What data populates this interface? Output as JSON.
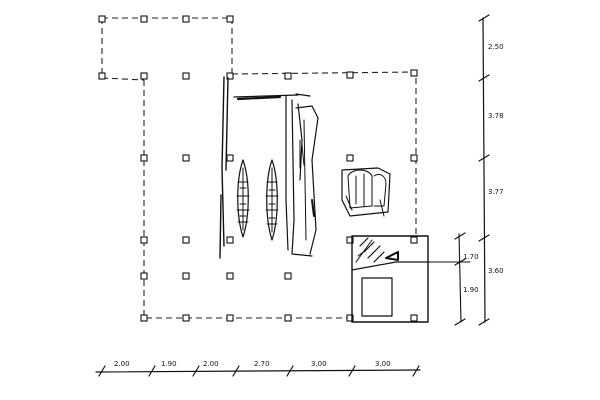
{
  "drawing": {
    "type": "architectural floor plan sketch",
    "ink_color": "#111111",
    "background_color": "#ffffff"
  },
  "dimensions": {
    "horizontal": [
      "2.00",
      "1.90",
      "2.00",
      "2.70",
      "3.00",
      "3.00"
    ],
    "vertical_right": [
      "2.50",
      "3.78",
      "3.77"
    ],
    "vertical_stair": [
      "3.60",
      "1.70",
      "1.90"
    ]
  }
}
